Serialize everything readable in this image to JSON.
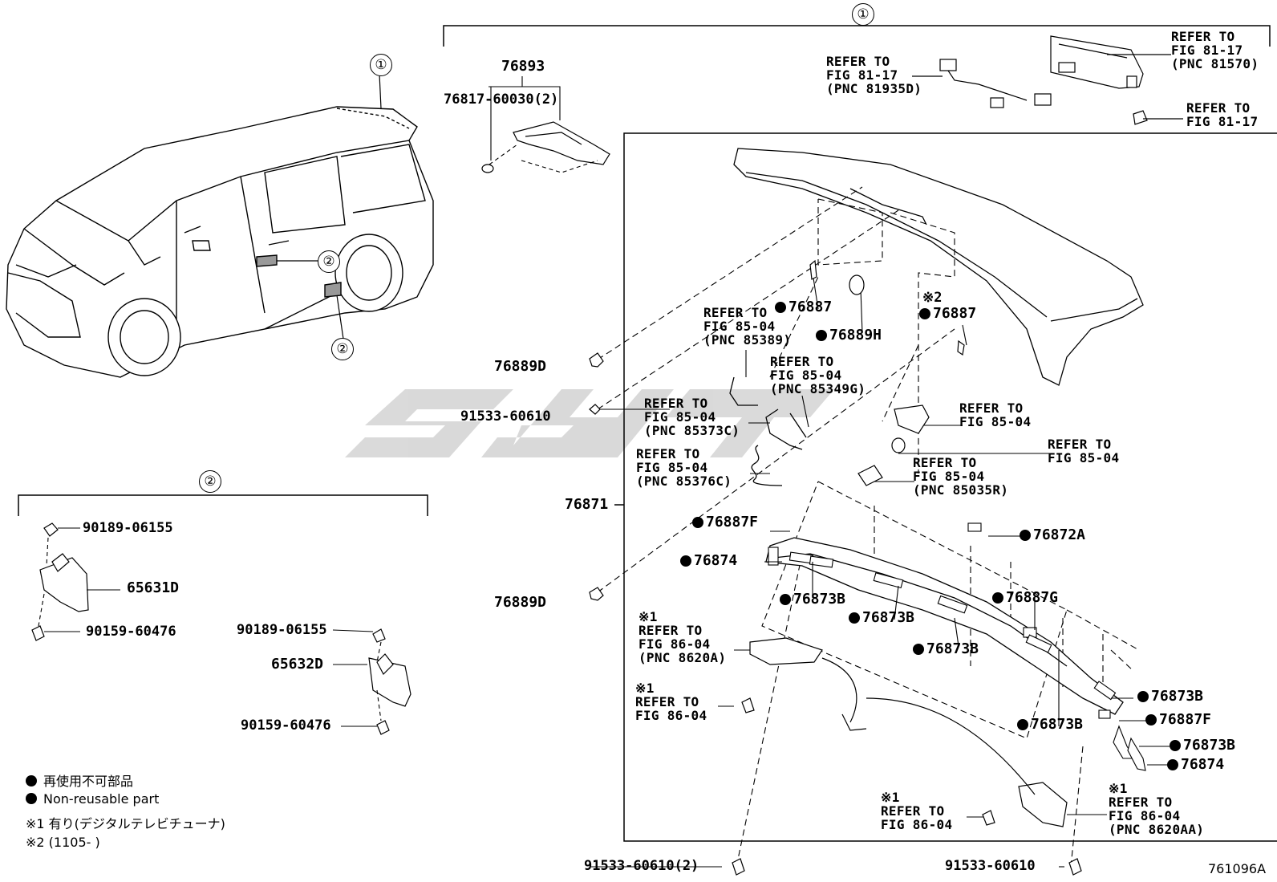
{
  "callouts": {
    "c1_top": "①",
    "c1_van": "①",
    "c2_van_a": "②",
    "c2_van_b": "②",
    "c2_section": "②"
  },
  "parts": {
    "p76893": "76893",
    "p76817": "76817-60030(2)",
    "p76889D_a": "76889D",
    "p91533_a": "91533-60610",
    "p76871": "76871",
    "p76889D_b": "76889D",
    "p76887_a": "76887",
    "p76889H": "76889H",
    "p76887_b": "76887",
    "mark2": "※2",
    "p76887F_a": "76887F",
    "p76874_a": "76874",
    "p76873B_a": "76873B",
    "p76873B_b": "76873B",
    "p76873B_c": "76873B",
    "p76872A": "76872A",
    "p76887G": "76887G",
    "p76873B_d": "76873B",
    "p76873B_e": "76873B",
    "p76887F_b": "76887F",
    "p76873B_f": "76873B",
    "p76874_b": "76874",
    "p91533_b": "91533-60610(2)",
    "p91533_c": "91533-60610",
    "p90189_a": "90189-06155",
    "p65631D": "65631D",
    "p90159_a": "90159-60476",
    "p90189_b": "90189-06155",
    "p65632D": "65632D",
    "p90159_b": "90159-60476"
  },
  "refs": {
    "r81935D": "REFER TO\nFIG 81-17\n(PNC 81935D)",
    "r81570": "REFER TO\nFIG 81-17\n(PNC 81570)",
    "r8117": "REFER TO\nFIG 81-17",
    "r85389": "REFER TO\nFIG 85-04\n(PNC 85389)",
    "r85349G": "REFER TO\nFIG 85-04\n(PNC 85349G)",
    "r85373C": "REFER TO\nFIG 85-04\n(PNC 85373C)",
    "r85376C": "REFER TO\nFIG 85-04\n(PNC 85376C)",
    "r8504_a": "REFER TO\nFIG 85-04",
    "r8504_b": "REFER TO\nFIG 85-04",
    "r85035R": "REFER TO\nFIG 85-04\n(PNC 85035R)",
    "r8620A": "※1\nREFER TO\nFIG 86-04\n(PNC 8620A)",
    "r8604_a": "※1\nREFER TO\nFIG 86-04",
    "r8604_b": "※1\nREFER TO\nFIG 86-04",
    "r8620AA": "※1\nREFER TO\nFIG 86-04\n(PNC 8620AA)"
  },
  "legend": {
    "line1": "再使用不可部品",
    "line2": "Non-reusable part",
    "line3": "※1 有り(デジタルテレビチューナ)",
    "line4": "※2 (1105-      )"
  },
  "figure_id": "761096A"
}
